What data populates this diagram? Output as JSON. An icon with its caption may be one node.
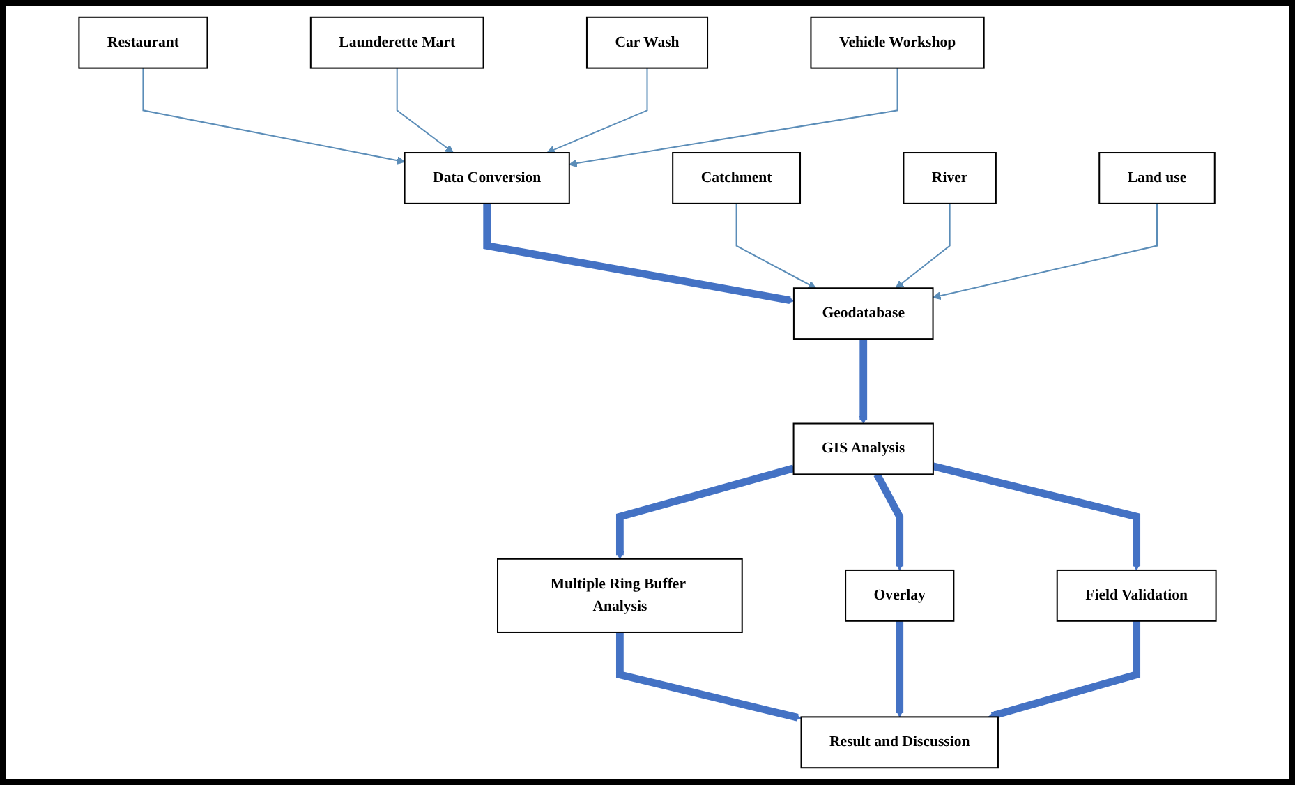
{
  "diagram": {
    "nodes": [
      {
        "text": [
          "Restaurant"
        ]
      },
      {
        "text": [
          "Launderette Mart"
        ]
      },
      {
        "text": [
          "Car Wash"
        ]
      },
      {
        "text": [
          "Vehicle Workshop"
        ]
      },
      {
        "text": [
          "Data Conversion"
        ]
      },
      {
        "text": [
          "Catchment"
        ]
      },
      {
        "text": [
          "River"
        ]
      },
      {
        "text": [
          "Land use"
        ]
      },
      {
        "text": [
          "Geodatabase"
        ]
      },
      {
        "text": [
          "GIS Analysis"
        ]
      },
      {
        "text": [
          "Multiple Ring Buffer Analysis"
        ]
      },
      {
        "text": [
          "Overlay"
        ]
      },
      {
        "text": [
          "Field Validation"
        ]
      },
      {
        "text": [
          "Result and Discussion"
        ]
      }
    ],
    "edges": [
      {
        "from": 0,
        "to": 4,
        "arrow": "to",
        "color": "#5b8db8"
      },
      {
        "from": 1,
        "to": 4,
        "arrow": "to",
        "color": "#5b8db8"
      },
      {
        "from": 2,
        "to": 4,
        "arrow": "to",
        "color": "#5b8db8"
      },
      {
        "from": 3,
        "to": 4,
        "arrow": "to",
        "color": "#5b8db8"
      },
      {
        "from": 4,
        "to": 8,
        "arrow": "to"
      },
      {
        "from": 5,
        "to": 8,
        "arrow": "to",
        "color": "#5b8db8"
      },
      {
        "from": 6,
        "to": 8,
        "arrow": "to",
        "color": "#5b8db8"
      },
      {
        "from": 7,
        "to": 8,
        "arrow": "to",
        "color": "#5b8db8"
      },
      {
        "from": 8,
        "to": 9,
        "arrow": "to"
      },
      {
        "from": 9,
        "to": 10,
        "arrow": "to"
      },
      {
        "from": 9,
        "to": 11,
        "arrow": "to"
      },
      {
        "from": 9,
        "to": 12,
        "arrow": "to"
      },
      {
        "from": 10,
        "to": 13,
        "arrow": "to"
      },
      {
        "from": 11,
        "to": 13,
        "arrow": "to"
      },
      {
        "from": 12,
        "to": 13,
        "arrow": "to"
      }
    ]
  }
}
